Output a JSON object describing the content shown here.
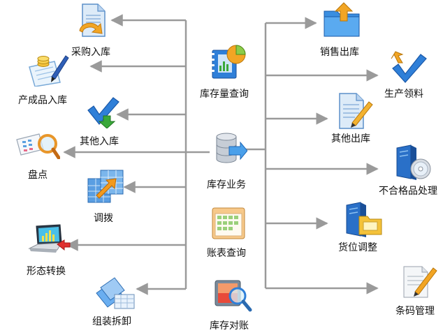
{
  "center": {
    "inventory_query": "库存量查询",
    "inventory_business": "库存业务",
    "ledger_query": "账表查询",
    "inventory_reconcile": "库存对账"
  },
  "left": {
    "purchase_in": "采购入库",
    "product_in": "产成品入库",
    "other_in": "其他入库",
    "stocktake": "盘点",
    "transfer": "调拨",
    "form_convert": "形态转换",
    "assembly": "组装拆卸"
  },
  "right": {
    "sales_out": "销售出库",
    "material_issue": "生产领料",
    "other_out": "其他出库",
    "defect_handle": "不合格品处理",
    "location_adjust": "货位调整",
    "barcode_mgmt": "条码管理"
  },
  "colors": {
    "line": "#9a9a9a",
    "blue": "#2f7fd8",
    "orange": "#f0a020",
    "green": "#3aa83a"
  }
}
